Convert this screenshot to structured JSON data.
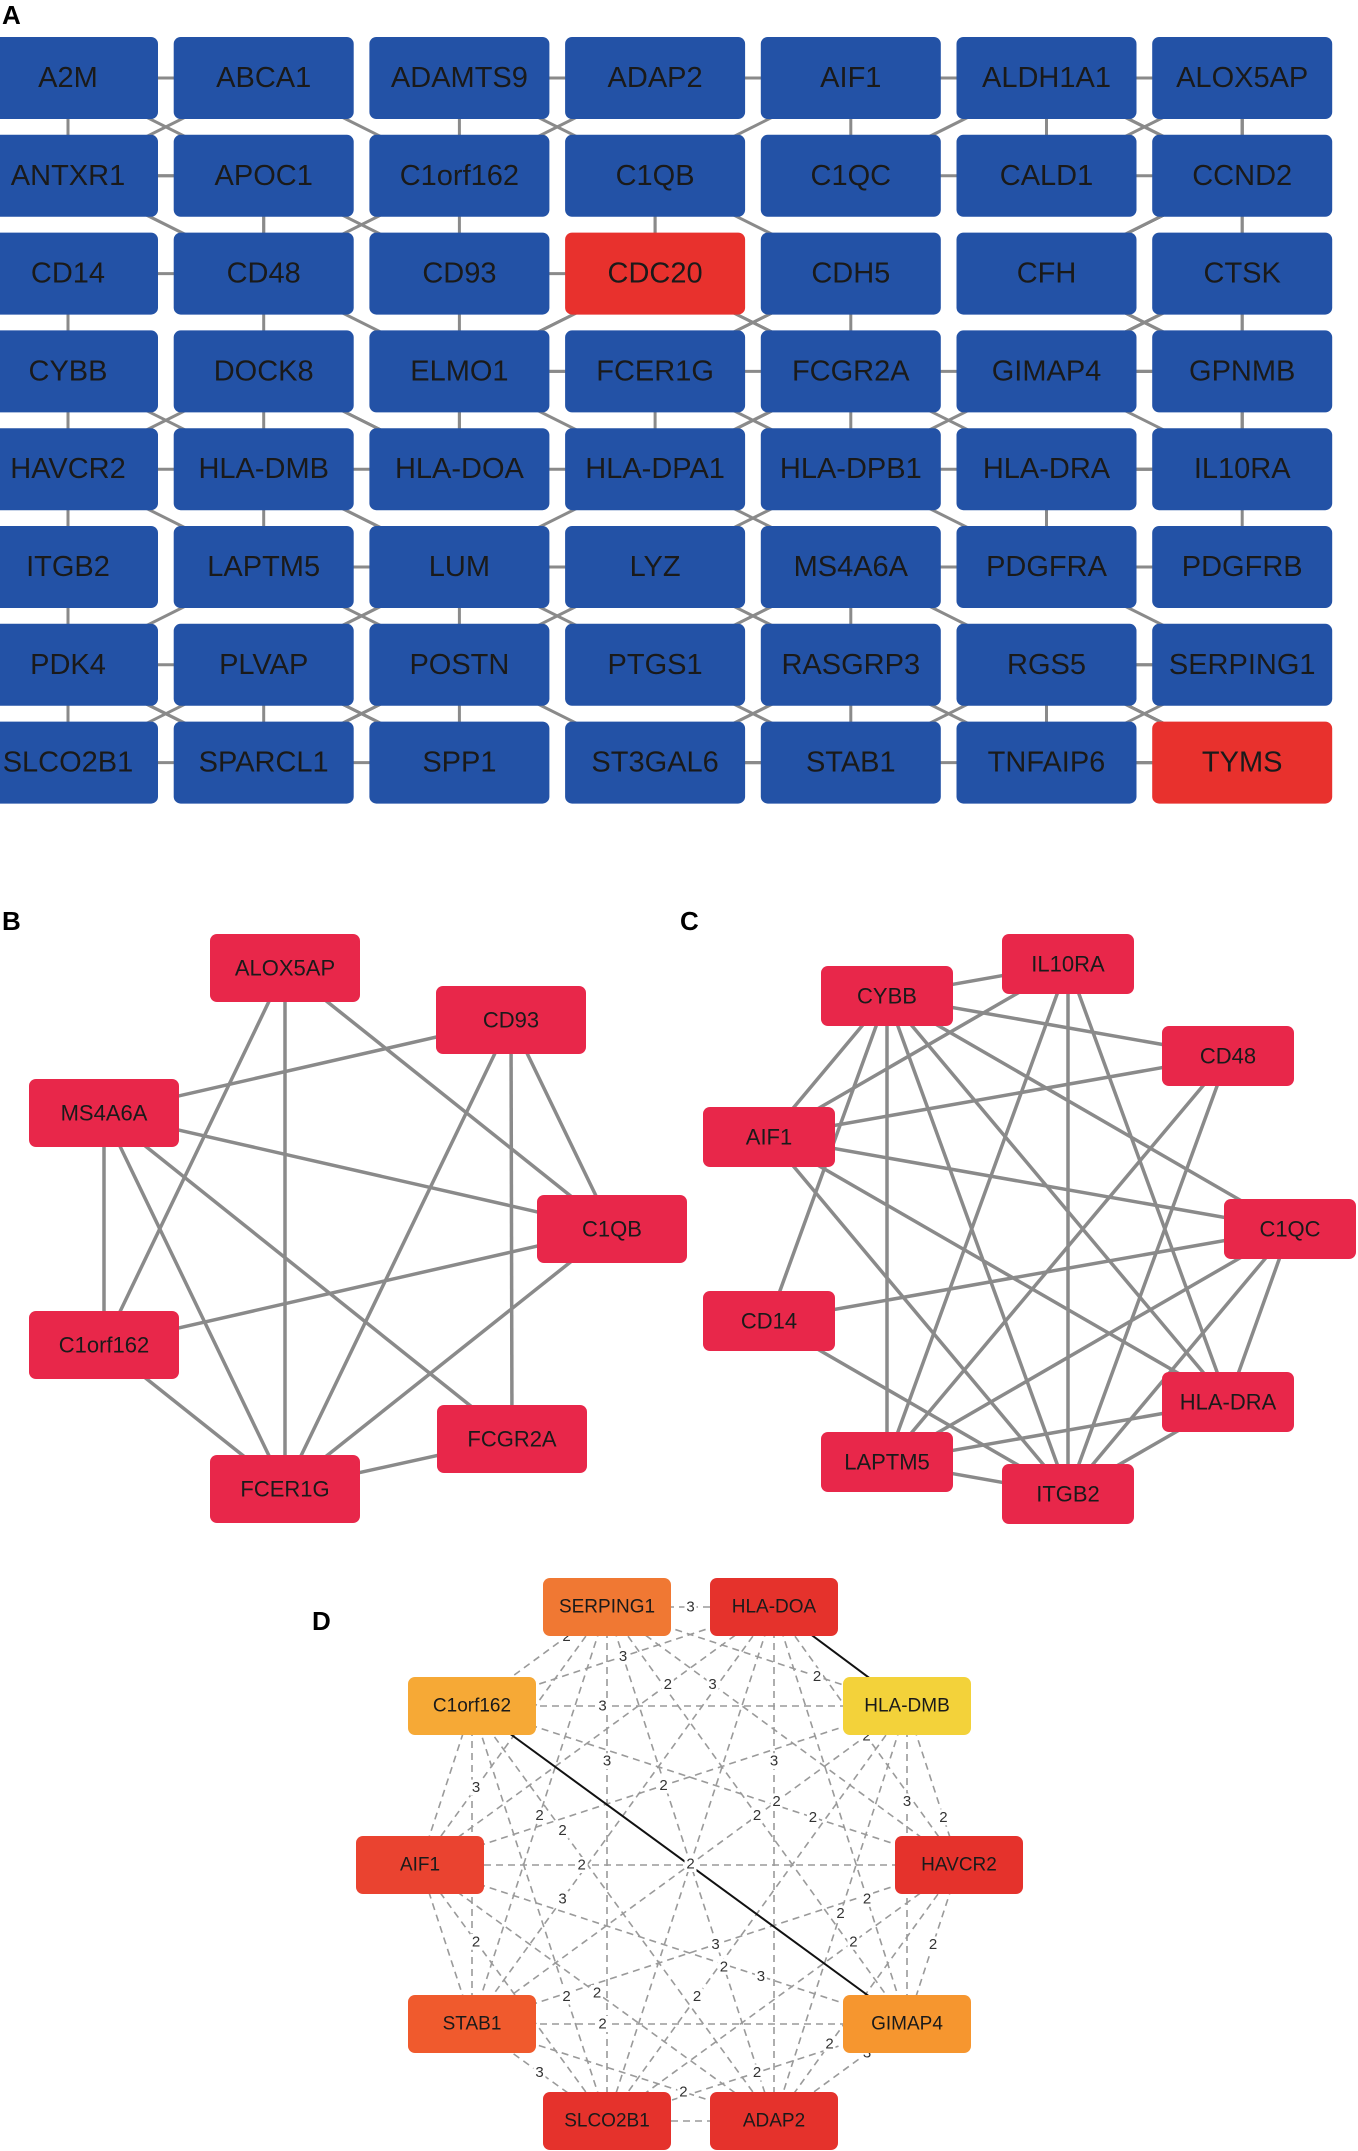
{
  "panels": {
    "A": {
      "label": "A",
      "colors": {
        "default": "#2352a6",
        "highlight": "#e8312d",
        "edge": "#8a8a8a"
      },
      "rows": [
        [
          "A2M",
          "ABCA1",
          "ADAMTS9",
          "ADAP2",
          "AIF1",
          "ALDH1A1",
          "ALOX5AP"
        ],
        [
          "ANTXR1",
          "APOC1",
          "C1orf162",
          "C1QB",
          "C1QC",
          "CALD1",
          "CCND2"
        ],
        [
          "CD14",
          "CD48",
          "CD93",
          "CDC20",
          "CDH5",
          "CFH",
          "CTSK"
        ],
        [
          "CYBB",
          "DOCK8",
          "ELMO1",
          "FCER1G",
          "FCGR2A",
          "GIMAP4",
          "GPNMB"
        ],
        [
          "HAVCR2",
          "HLA-DMB",
          "HLA-DOA",
          "HLA-DPA1",
          "HLA-DPB1",
          "HLA-DRA",
          "IL10RA"
        ],
        [
          "ITGB2",
          "LAPTM5",
          "LUM",
          "LYZ",
          "MS4A6A",
          "PDGFRA",
          "PDGFRB"
        ],
        [
          "PDK4",
          "PLVAP",
          "POSTN",
          "PTGS1",
          "RASGRP3",
          "RGS5",
          "SERPING1"
        ],
        [
          "SLCO2B1",
          "SPARCL1",
          "SPP1",
          "ST3GAL6",
          "STAB1",
          "TNFAIP6",
          "TYMS"
        ]
      ],
      "highlighted": [
        "CDC20",
        "TYMS"
      ]
    },
    "B": {
      "label": "B",
      "color": "#e8274a",
      "edge_color": "#8a8a8a",
      "nodes": [
        "ALOX5AP",
        "CD93",
        "C1QB",
        "FCGR2A",
        "FCER1G",
        "C1orf162",
        "MS4A6A"
      ],
      "edges": [
        [
          "ALOX5AP",
          "C1QB"
        ],
        [
          "ALOX5AP",
          "FCER1G"
        ],
        [
          "ALOX5AP",
          "C1orf162"
        ],
        [
          "CD93",
          "MS4A6A"
        ],
        [
          "CD93",
          "C1QB"
        ],
        [
          "CD93",
          "FCGR2A"
        ],
        [
          "CD93",
          "FCER1G"
        ],
        [
          "C1QB",
          "MS4A6A"
        ],
        [
          "C1QB",
          "C1orf162"
        ],
        [
          "C1QB",
          "FCER1G"
        ],
        [
          "MS4A6A",
          "C1orf162"
        ],
        [
          "MS4A6A",
          "FCER1G"
        ],
        [
          "MS4A6A",
          "FCGR2A"
        ],
        [
          "C1orf162",
          "FCER1G"
        ],
        [
          "FCER1G",
          "FCGR2A"
        ]
      ]
    },
    "C": {
      "label": "C",
      "color": "#e8274a",
      "edge_color": "#8a8a8a",
      "nodes": [
        "IL10RA",
        "CD48",
        "C1QC",
        "HLA-DRA",
        "ITGB2",
        "LAPTM5",
        "CD14",
        "AIF1",
        "CYBB"
      ],
      "edges": [
        [
          "CYBB",
          "IL10RA"
        ],
        [
          "CYBB",
          "CD48"
        ],
        [
          "CYBB",
          "C1QC"
        ],
        [
          "CYBB",
          "HLA-DRA"
        ],
        [
          "CYBB",
          "ITGB2"
        ],
        [
          "CYBB",
          "LAPTM5"
        ],
        [
          "CYBB",
          "CD14"
        ],
        [
          "CYBB",
          "AIF1"
        ],
        [
          "IL10RA",
          "AIF1"
        ],
        [
          "IL10RA",
          "HLA-DRA"
        ],
        [
          "IL10RA",
          "ITGB2"
        ],
        [
          "IL10RA",
          "LAPTM5"
        ],
        [
          "CD48",
          "LAPTM5"
        ],
        [
          "CD48",
          "ITGB2"
        ],
        [
          "CD48",
          "AIF1"
        ],
        [
          "AIF1",
          "C1QC"
        ],
        [
          "AIF1",
          "ITGB2"
        ],
        [
          "AIF1",
          "HLA-DRA"
        ],
        [
          "C1QC",
          "CD14"
        ],
        [
          "C1QC",
          "LAPTM5"
        ],
        [
          "C1QC",
          "ITGB2"
        ],
        [
          "C1QC",
          "HLA-DRA"
        ],
        [
          "CD14",
          "ITGB2"
        ],
        [
          "LAPTM5",
          "ITGB2"
        ],
        [
          "LAPTM5",
          "HLA-DRA"
        ],
        [
          "HLA-DRA",
          "ITGB2"
        ]
      ]
    },
    "D": {
      "label": "D",
      "edge_color": "#9a9a9a",
      "nodes": [
        {
          "id": "SERPING1",
          "color": "#f07833"
        },
        {
          "id": "HLA-DOA",
          "color": "#e5322c"
        },
        {
          "id": "HLA-DMB",
          "color": "#f3d23a"
        },
        {
          "id": "HAVCR2",
          "color": "#e5322c"
        },
        {
          "id": "GIMAP4",
          "color": "#f6962f"
        },
        {
          "id": "ADAP2",
          "color": "#e5322c"
        },
        {
          "id": "SLCO2B1",
          "color": "#e5322c"
        },
        {
          "id": "STAB1",
          "color": "#f05a2d"
        },
        {
          "id": "AIF1",
          "color": "#ea4330"
        },
        {
          "id": "C1orf162",
          "color": "#f6a936"
        }
      ],
      "solid_edges": [
        [
          "HLA-DOA",
          "HLA-DMB"
        ],
        [
          "C1orf162",
          "GIMAP4"
        ]
      ],
      "weight_labels": [
        "3",
        "2",
        "3",
        "2",
        "2",
        "3",
        "2",
        "3",
        "2",
        "2",
        "2",
        "3",
        "2",
        "3",
        "2",
        "3",
        "2",
        "3",
        "2",
        "2",
        "2",
        "2",
        "3",
        "2",
        "2",
        "2",
        "3",
        "2",
        "2",
        "3",
        "2",
        "2",
        "3",
        "2",
        "2",
        "2",
        "2",
        "3",
        "2",
        "2"
      ]
    }
  }
}
